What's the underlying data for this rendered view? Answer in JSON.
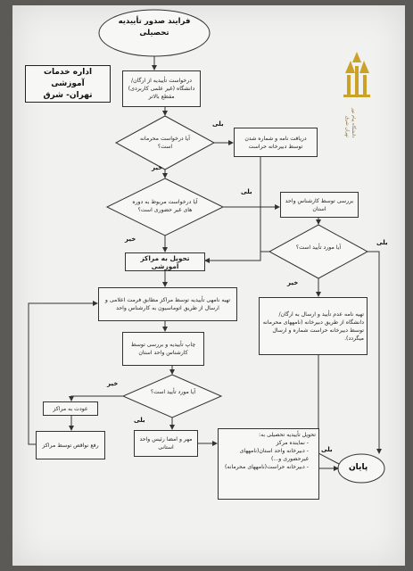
{
  "title": {
    "line1": "فرایند صدور تأییدیه",
    "line2": "تحصیلی"
  },
  "organization": {
    "line1": "اداره خدمات آموزشی",
    "line2": "تهران- شرق"
  },
  "logo": {
    "icon": "university-logo-icon",
    "caption": "دانشگاه پیام نور تهران شرق",
    "color": "#c9a227"
  },
  "nodes": {
    "request": "درخواست تأییدیه از ارگان/ دانشگاه (غیر علمی کاربردی) مقطع بالاتر",
    "decision_confidential": "آیا درخواست محرمانه است؟",
    "receive_letter": "دریافت نامه و شماره شدن توسط دبیرخانه حراست",
    "decision_in_person": "آیا درخواست مربوط به دوره های غیر حضوری است؟",
    "review_expert": "بررسی توسط کارشناس واحد استان",
    "decision_approval_1": "آیا مورد تأیید است؟",
    "deliver_centers": "تحویل به مراکز آموزشی",
    "not_approved_letter": "تهیه نامه عدم تأیید و ارسال به ارگان/ دانشگاه از طریق دبیرخانه (نامههای محرمانه توسط دبیرخانه حراست شماره و ارسال میگردد).",
    "prepare_letter": "تهیه نامهی تأییدیه توسط مراکز مطابق فرمت اعلامی و ارسال از طریق اتوماسیون به کارشناس واحد",
    "print_review": "چاپ تأییدیه و بررسی توسط کارشناس واحد استان",
    "decision_approval_2": "آیا مورد تأیید است؟",
    "return_center": "عودت به مراکز",
    "fix_defects": "رفع نواقص توسط مراکز",
    "stamp_sign": "مهر و امضا رئیس واحد استانی",
    "deliver_title": "تحویل تأییدیه تحصیلی به:",
    "deliver_items": [
      "نماینده مرکز",
      "دبیرخانه واحد استان(نامههای غیرحضوری و...)",
      "دبیرخانه حراست(نامههای محرمانه)"
    ],
    "end": "پایان"
  },
  "labels": {
    "yes": "بلی",
    "no": "خیر"
  },
  "colors": {
    "line": "#333333",
    "paper": "#f1f1ef"
  }
}
